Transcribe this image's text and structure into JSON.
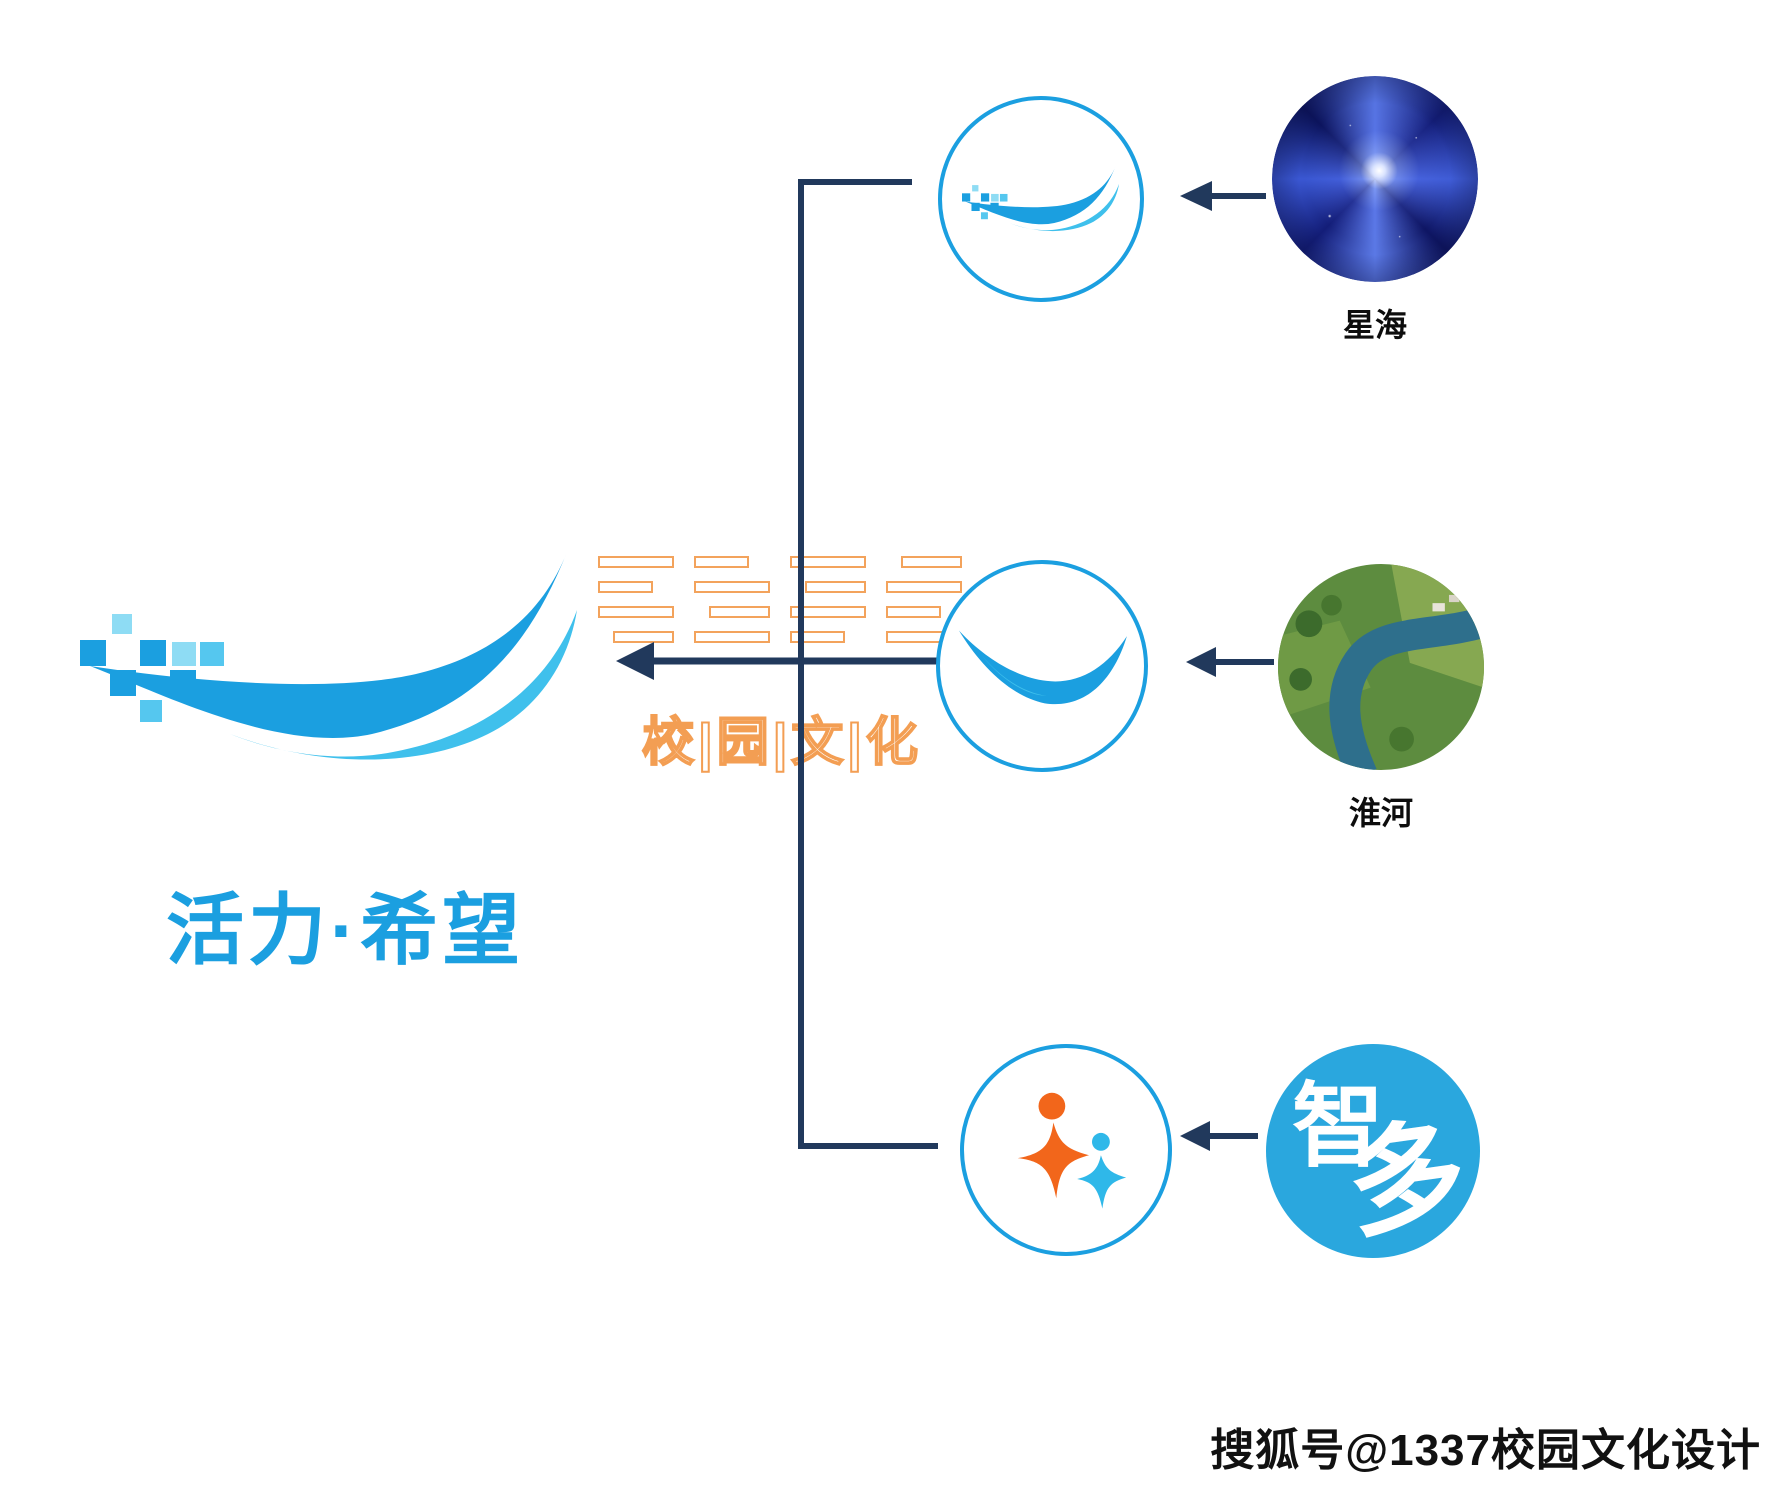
{
  "colors": {
    "logo_blue": "#1b9fe0",
    "logo_light_blue": "#3fc0ec",
    "connector_navy": "#21395c",
    "watermark_orange": "#f2994a",
    "figure_orange": "#f2661b",
    "figure_blue": "#2fb8e9",
    "char_circle_blue": "#2aa7de"
  },
  "main_logo": {
    "slogan": "活力·希望"
  },
  "sources": [
    {
      "label": "星海"
    },
    {
      "label": "淮河"
    },
    {
      "label": "智多",
      "char_top": "智",
      "char_bottom": "多"
    }
  ],
  "watermark": {
    "text": "校|园|文|化"
  },
  "credit": {
    "text": "搜狐号@1337校园文化设计"
  }
}
